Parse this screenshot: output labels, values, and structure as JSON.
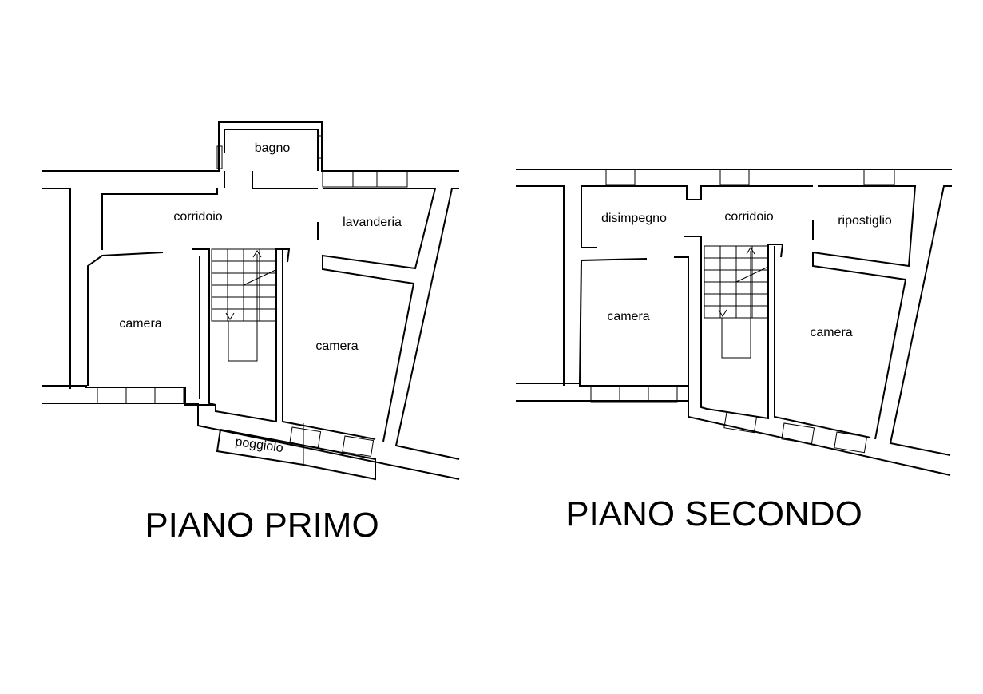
{
  "floors": [
    {
      "title": "PIANO PRIMO",
      "rooms": {
        "bagno": "bagno",
        "corridoio": "corridoio",
        "lavanderia": "lavanderia",
        "camera_left": "camera",
        "camera_right": "camera",
        "poggiolo": "poggiolo"
      }
    },
    {
      "title": "PIANO SECONDO",
      "rooms": {
        "disimpegno": "disimpegno",
        "corridoio": "corridoio",
        "ripostiglio": "ripostiglio",
        "camera_left": "camera",
        "camera_right": "camera"
      }
    }
  ]
}
